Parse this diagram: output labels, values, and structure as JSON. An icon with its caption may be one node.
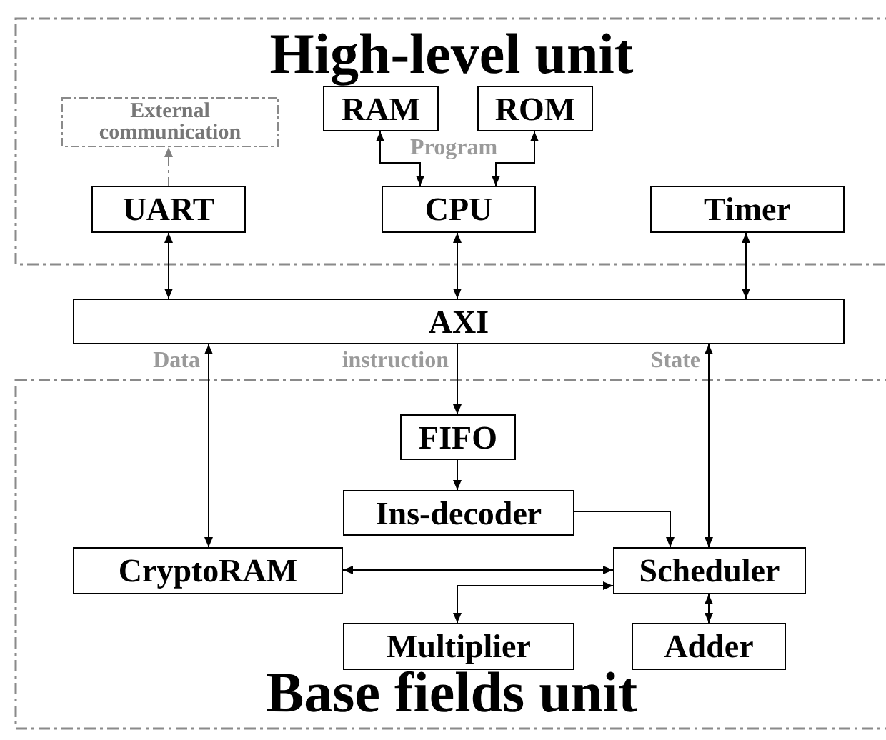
{
  "diagram": {
    "nodes": [
      {
        "text": [
          "High-level unit"
        ]
      },
      {
        "text": [
          "External communication"
        ],
        "in": 0
      },
      {
        "text": [
          "RAM"
        ],
        "in": 0
      },
      {
        "text": [
          "ROM"
        ],
        "in": 0
      },
      {
        "text": [
          "UART"
        ],
        "in": 0
      },
      {
        "text": [
          "CPU"
        ],
        "in": 0
      },
      {
        "text": [
          "Timer"
        ],
        "in": 0
      },
      {
        "text": [
          "AXI"
        ]
      },
      {
        "text": [
          "Base fields unit"
        ]
      },
      {
        "text": [
          "FIFO"
        ],
        "in": 8
      },
      {
        "text": [
          "Ins-decoder"
        ],
        "in": 8
      },
      {
        "text": [
          "CryptoRAM"
        ],
        "in": 8
      },
      {
        "text": [
          "Scheduler"
        ],
        "in": 8
      },
      {
        "text": [
          "Multiplier"
        ],
        "in": 8
      },
      {
        "text": [
          "Adder"
        ],
        "in": 8
      }
    ],
    "edges": [
      {
        "from": 4,
        "to": 1,
        "arrow": "to",
        "style": "dashed",
        "color": "#808080"
      },
      {
        "from": 5,
        "to": 2,
        "arrow": "both"
      },
      {
        "from": 5,
        "to": 3,
        "arrow": "both"
      },
      {
        "from": 4,
        "to": 7,
        "arrow": "both"
      },
      {
        "from": 5,
        "to": 7,
        "arrow": "both"
      },
      {
        "from": 6,
        "to": 7,
        "arrow": "both"
      },
      {
        "from": 7,
        "to": 11,
        "arrow": "both",
        "label": "Data"
      },
      {
        "from": 7,
        "to": 9,
        "arrow": "to",
        "label": "instruction"
      },
      {
        "from": 7,
        "to": 12,
        "arrow": "both",
        "label": "State"
      },
      {
        "from": 9,
        "to": 10,
        "arrow": "to"
      },
      {
        "from": 10,
        "to": 12,
        "arrow": "to"
      },
      {
        "from": 11,
        "to": 12,
        "arrow": "both"
      },
      {
        "from": 12,
        "to": 13,
        "arrow": "both"
      },
      {
        "from": 12,
        "to": 14,
        "arrow": "both"
      }
    ],
    "labels": [
      "Program"
    ]
  }
}
